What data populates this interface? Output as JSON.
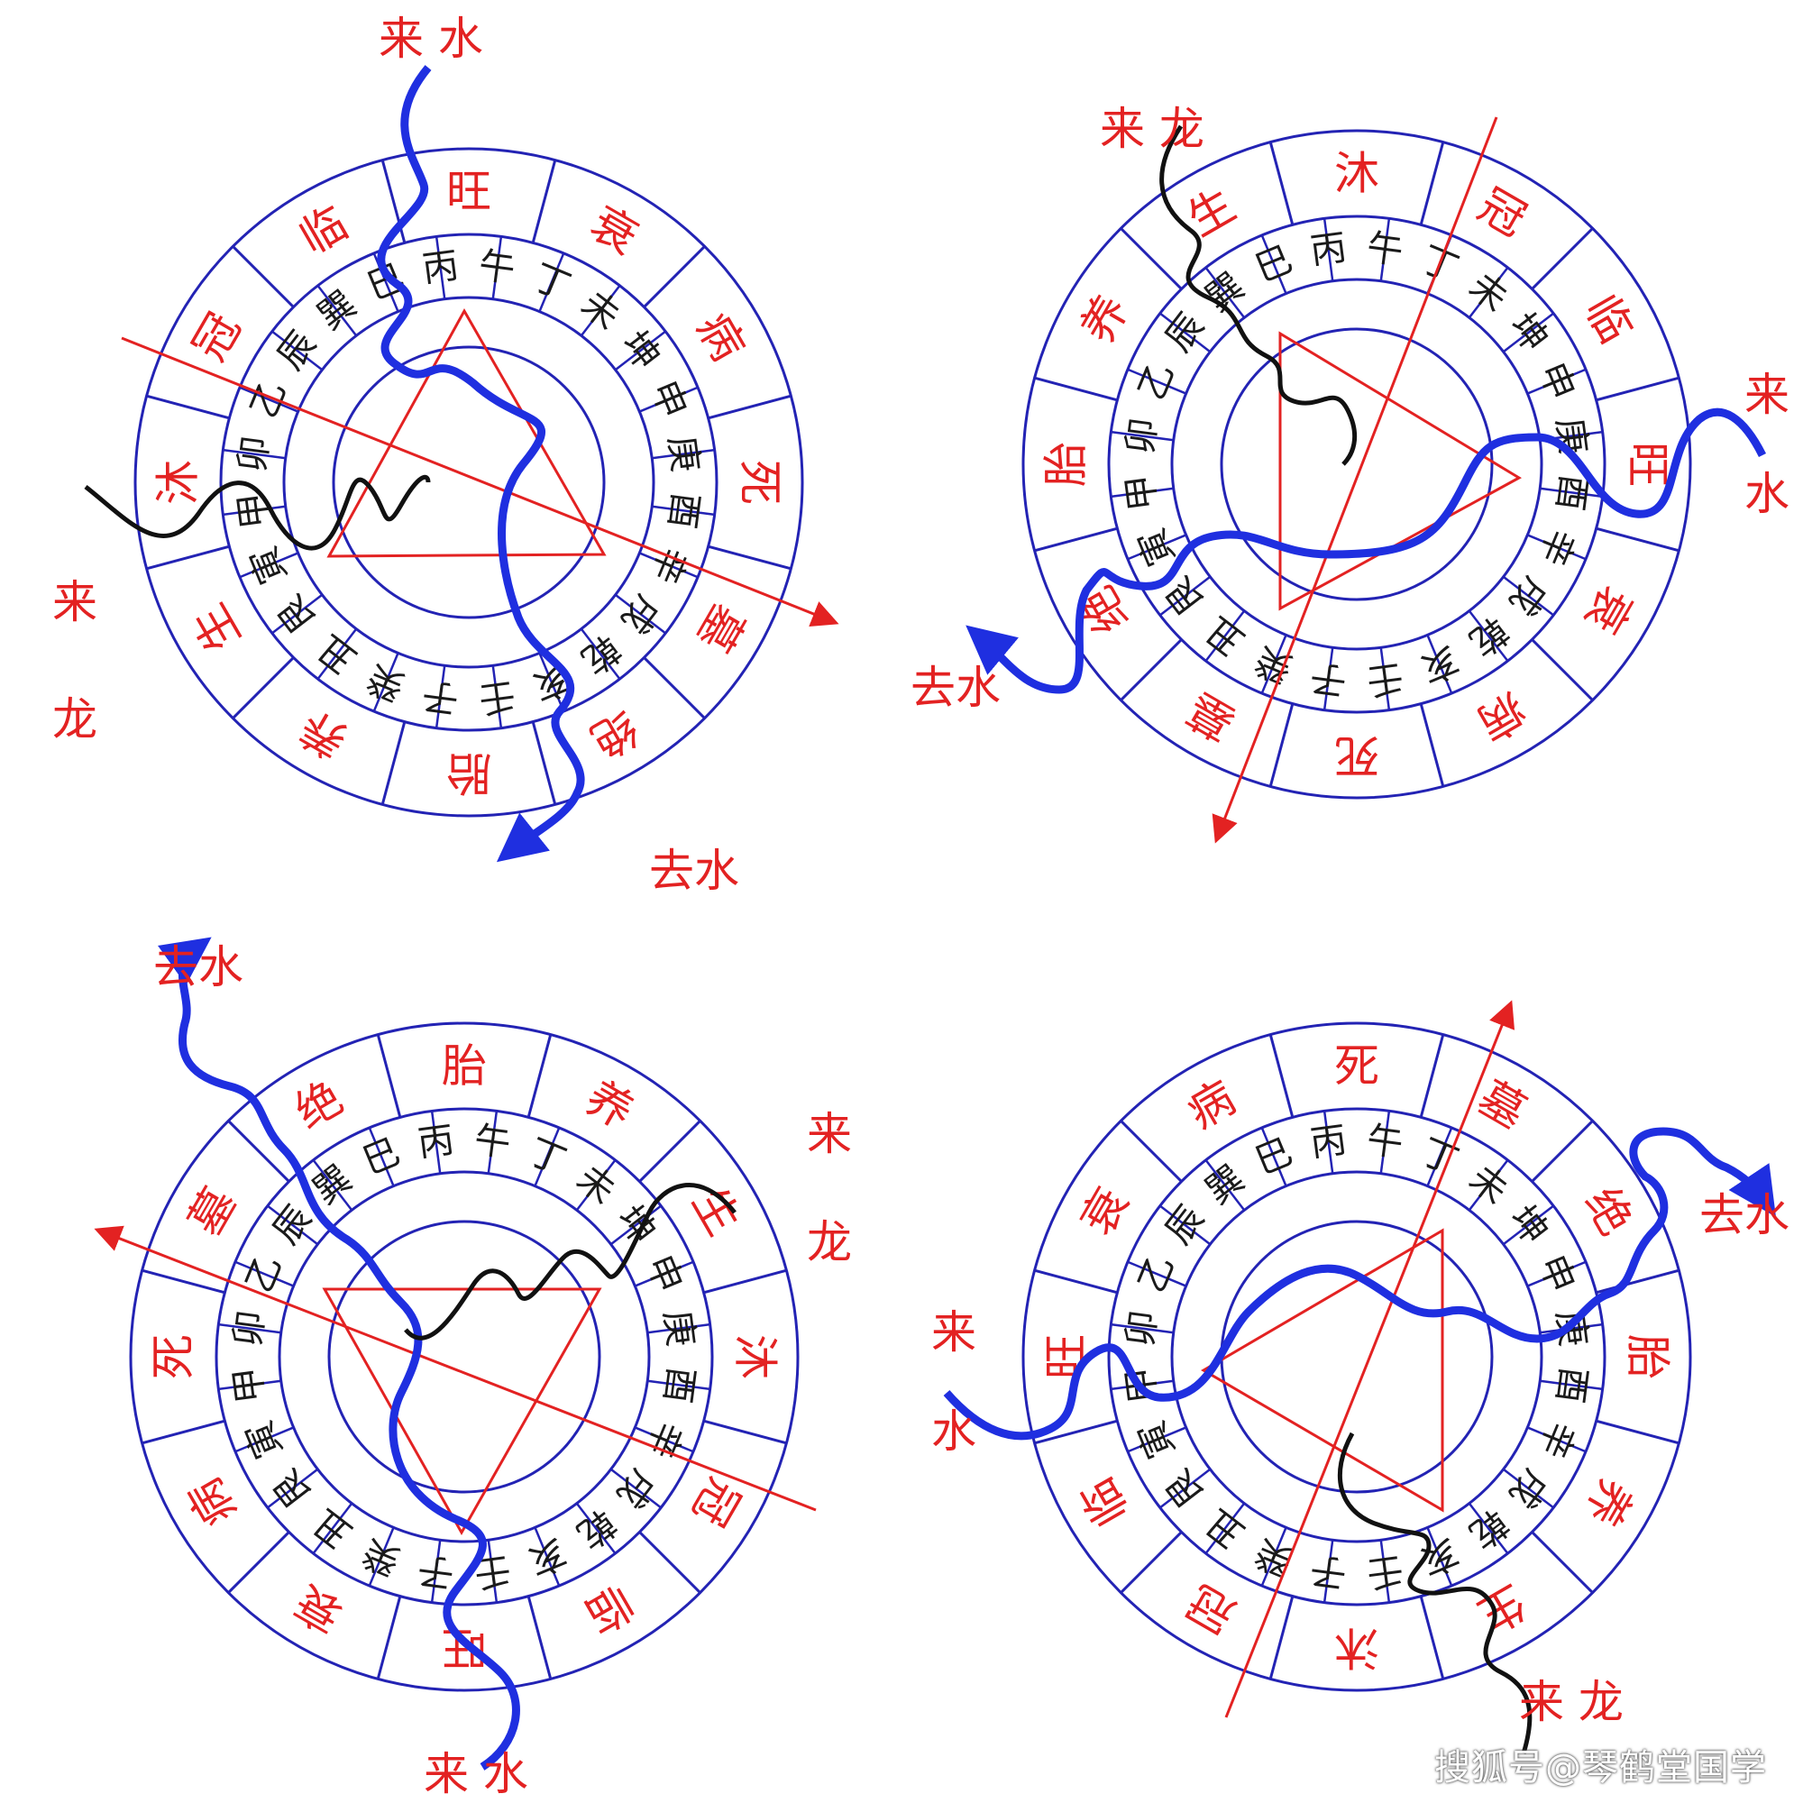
{
  "colors": {
    "ring": "#2323b4",
    "red": "#e32222",
    "blue": "#1f2fe0",
    "black": "#111111",
    "ink": "#1a1a1a"
  },
  "watermark": "搜狐号@琴鹤堂国学",
  "inner_ring": [
    "丙",
    "午",
    "丁",
    "未",
    "坤",
    "申",
    "庚",
    "酉",
    "辛",
    "戌",
    "乾",
    "亥",
    "壬",
    "子",
    "癸",
    "丑",
    "艮",
    "寅",
    "甲",
    "卯",
    "乙",
    "辰",
    "巽",
    "巳"
  ],
  "diagrams": [
    {
      "id": "top-left",
      "outer_ring": [
        "旺",
        "衰",
        "病",
        "死",
        "墓",
        "绝",
        "胎",
        "养",
        "生",
        "沐",
        "冠",
        "临"
      ],
      "labels": {
        "laishui": "来 水",
        "qushui": "去水",
        "lai": "来",
        "long": "龙"
      }
    },
    {
      "id": "top-right",
      "outer_ring": [
        "沐",
        "冠",
        "临",
        "旺",
        "衰",
        "病",
        "死",
        "墓",
        "绝",
        "胎",
        "养",
        "生"
      ],
      "labels": {
        "lailong": "来 龙",
        "lai": "来",
        "shui": "水",
        "qushui": "去水"
      }
    },
    {
      "id": "bottom-left",
      "outer_ring": [
        "胎",
        "养",
        "生",
        "沐",
        "冠",
        "临",
        "旺",
        "衰",
        "病",
        "死",
        "墓",
        "绝"
      ],
      "labels": {
        "qushui": "去水",
        "lai": "来",
        "long": "龙",
        "laishui": "来 水"
      }
    },
    {
      "id": "bottom-right",
      "outer_ring": [
        "死",
        "墓",
        "绝",
        "胎",
        "养",
        "生",
        "沐",
        "冠",
        "临",
        "旺",
        "衰",
        "病"
      ],
      "labels": {
        "qushui": "去水",
        "lai": "来",
        "shui": "水",
        "lailong": "来 龙"
      }
    }
  ]
}
